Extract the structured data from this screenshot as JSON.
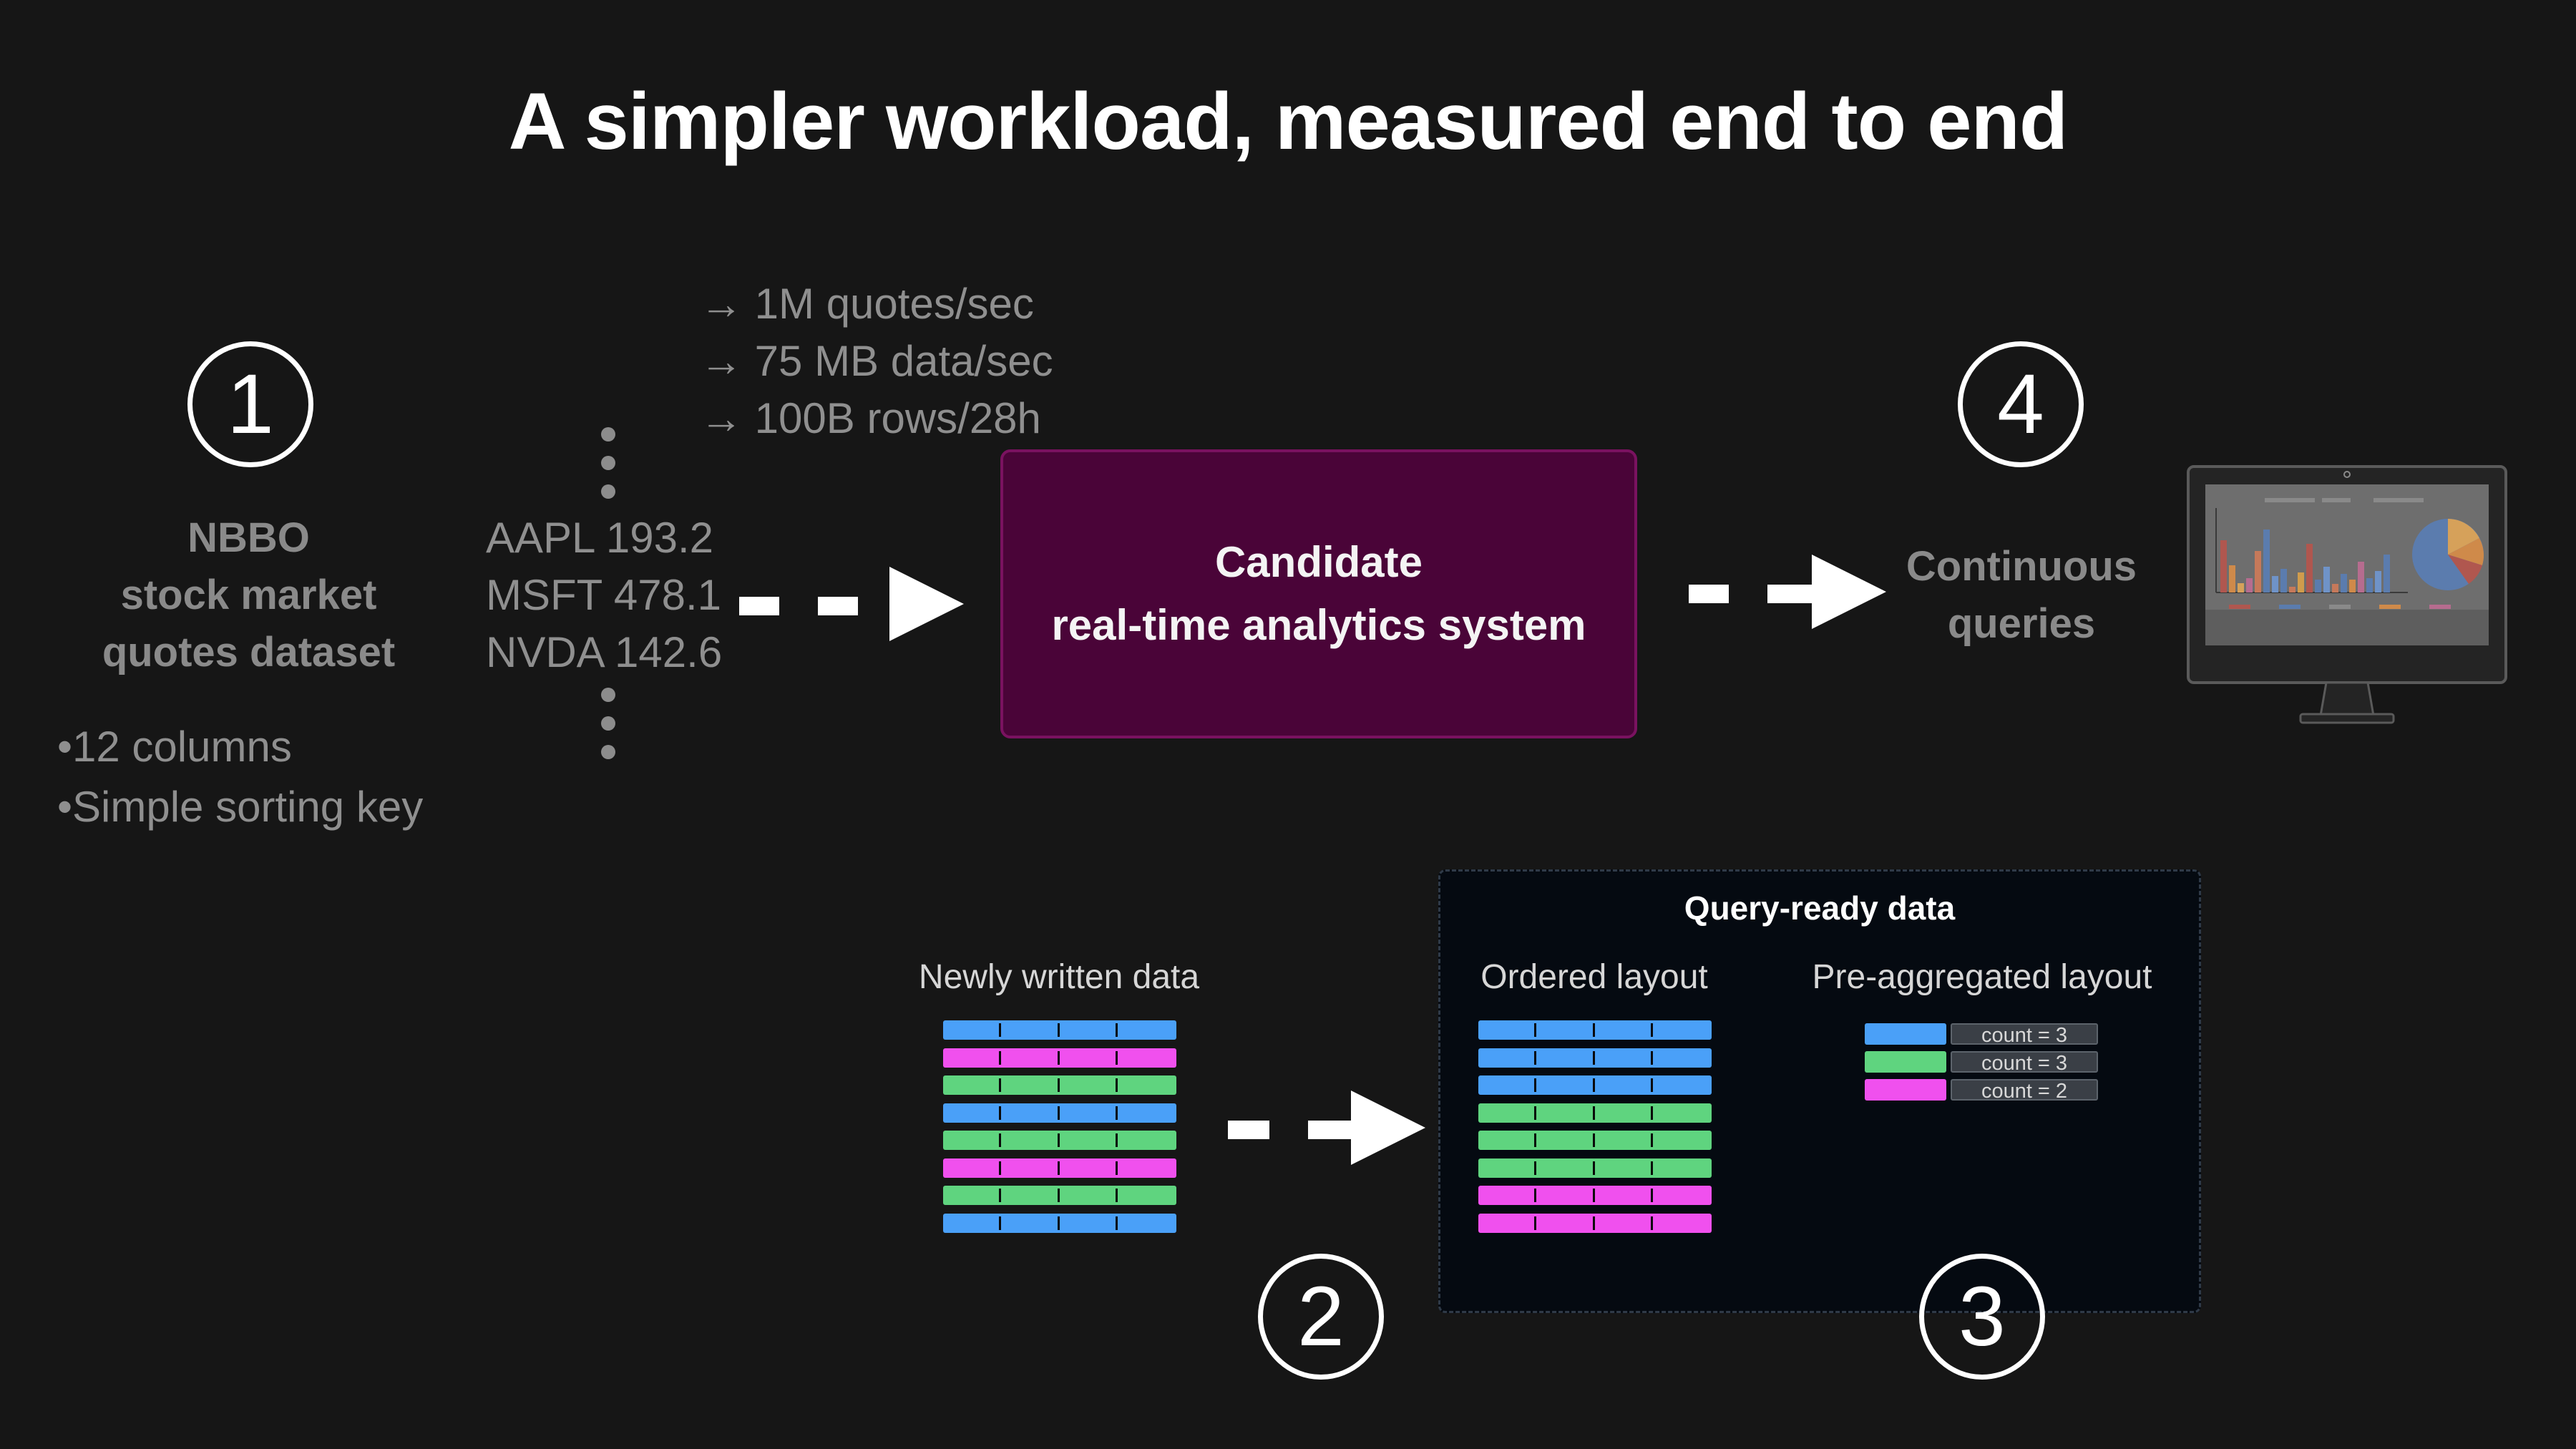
{
  "title": "A simpler workload, measured end to end",
  "steps": {
    "one": "1",
    "two": "2",
    "three": "3",
    "four": "4"
  },
  "dataset": {
    "line1": "NBBO",
    "line2": "stock market",
    "line3": "quotes dataset",
    "bullets": [
      "12 columns",
      "Simple sorting key"
    ]
  },
  "quotes": [
    "AAPL 193.2",
    "MSFT 478.1",
    "NVDA 142.6"
  ],
  "rates": [
    "→ 1M quotes/sec",
    "→ 75 MB data/sec",
    "→ 100B rows/28h"
  ],
  "candidate": {
    "line1": "Candidate",
    "line2": "real-time analytics system"
  },
  "queries": {
    "line1": "Continuous",
    "line2": "queries"
  },
  "newly_written": {
    "label": "Newly written data",
    "row_colors": [
      "blue",
      "magenta",
      "green",
      "blue",
      "green",
      "magenta",
      "green",
      "blue"
    ]
  },
  "query_ready": {
    "title": "Query-ready data",
    "ordered_label": "Ordered layout",
    "ordered_row_colors": [
      "blue",
      "blue",
      "blue",
      "green",
      "green",
      "green",
      "magenta",
      "magenta"
    ],
    "preagg_label": "Pre-aggregated layout",
    "preagg": [
      {
        "color": "blue",
        "label": "count = 3"
      },
      {
        "color": "green",
        "label": "count = 3"
      },
      {
        "color": "magenta",
        "label": "count = 2"
      }
    ]
  },
  "colors": {
    "blue": "#4aa0f8",
    "magenta": "#f050ee",
    "green": "#5fd47f",
    "candidate_fill": "#4a0438",
    "candidate_border": "#7a1260"
  },
  "icons": {
    "monitor": "dashboard-monitor-icon",
    "arrow": "dashed-arrow-icon"
  }
}
